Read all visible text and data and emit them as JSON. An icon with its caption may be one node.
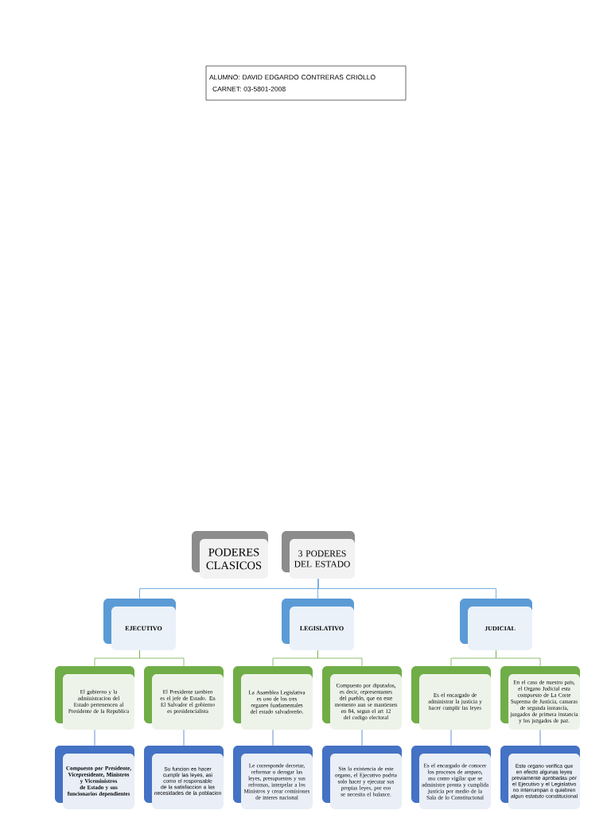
{
  "diagram": {
    "nodes": [
      {
        "text": [
          "ALUMNO: DAVID EDGARDO CONTRERAS CRIOLLO",
          "CARNET: 03-5801-2008"
        ]
      },
      {
        "text": [
          "PODERES CLASICOS"
        ]
      },
      {
        "text": [
          "3 PODERES DEL ESTADO"
        ]
      },
      {
        "text": [
          "EJECUTIVO"
        ]
      },
      {
        "text": [
          "LEGISLATIVO"
        ]
      },
      {
        "text": [
          "JUDICIAL"
        ]
      },
      {
        "text": [
          "El gobierno y la administracion del Estado pertenencen al Presidente de la Republica"
        ]
      },
      {
        "text": [
          "El Presidente tambien es el jefe de Estado. En El Salvador el gobierno es presidencialista"
        ]
      },
      {
        "text": [
          "La Asamblea Legislativa es uno de los tres organos fundamentales del estado salvadoreño."
        ]
      },
      {
        "text": [
          "Compuesto por diputados, es decir, representantes del pueblo, que en este momento aun se mantienen en 84, segun el art 12 del codigo electoral"
        ]
      },
      {
        "text": [
          "Es el encargado de administrar la justicia y hacer cumplir las leyes"
        ]
      },
      {
        "text": [
          "En el caso de nuestro pais, el Organo Judicial esta compuesto de La Corte Suprema de Justicia, camaras de segunda instancia, juzgados de primera instancia y los juzgados de paz."
        ]
      },
      {
        "text": [
          "Compuesto por Presidente, Vicepresidente, Ministros y Viceministros de Estado y sus funcionarios dependientes"
        ]
      },
      {
        "text": [
          "Su funcion es hacer cumplir las leyes, asi como el responsable de la satisfaccion a las necesidades de la poblacion"
        ]
      },
      {
        "text": [
          "Le corresponde decretar, reformar o derogar las leyes, presupuestos y sus reformas, interpelar a los Ministros y crear comisiones de interes nacional"
        ]
      },
      {
        "text": [
          "Sin la existencia de este organo, el Ejecutivo podria solo hacer y ejecutar sus propias leyes, por eso se necesita el balance."
        ]
      },
      {
        "text": [
          "Es el encargado de conocer los procesos de amparo, asu como vigilar que se administre pronta y cumplida justicia por medio de la Sala de lo Constitucional"
        ]
      },
      {
        "text": [
          "Este organo verifica que en efecto algunas leyes previamente aprobadas por el Ejecutivo y el Legislativo no interrumpan o quiebren algun estatuto constitucional"
        ]
      }
    ],
    "edges": [
      {
        "from": 2,
        "to": 3,
        "arrow": "none",
        "color": "#5b9bd5"
      },
      {
        "from": 2,
        "to": 4,
        "arrow": "none",
        "color": "#5b9bd5"
      },
      {
        "from": 2,
        "to": 5,
        "arrow": "none",
        "color": "#5b9bd5"
      },
      {
        "from": 3,
        "to": 6,
        "arrow": "none"
      },
      {
        "from": 3,
        "to": 7,
        "arrow": "none"
      },
      {
        "from": 4,
        "to": 8,
        "arrow": "none"
      },
      {
        "from": 4,
        "to": 9,
        "arrow": "none"
      },
      {
        "from": 5,
        "to": 10,
        "arrow": "none"
      },
      {
        "from": 5,
        "to": 11,
        "arrow": "none"
      },
      {
        "from": 6,
        "to": 12,
        "arrow": "none",
        "color": "#4472c4"
      },
      {
        "from": 7,
        "to": 13,
        "arrow": "none",
        "color": "#4472c4"
      },
      {
        "from": 8,
        "to": 14,
        "arrow": "none",
        "color": "#4472c4"
      },
      {
        "from": 9,
        "to": 15,
        "arrow": "none",
        "color": "#4472c4"
      },
      {
        "from": 10,
        "to": 16,
        "arrow": "none",
        "color": "#4472c4"
      },
      {
        "from": 11,
        "to": 17,
        "arrow": "none",
        "color": "#4472c4"
      }
    ]
  }
}
